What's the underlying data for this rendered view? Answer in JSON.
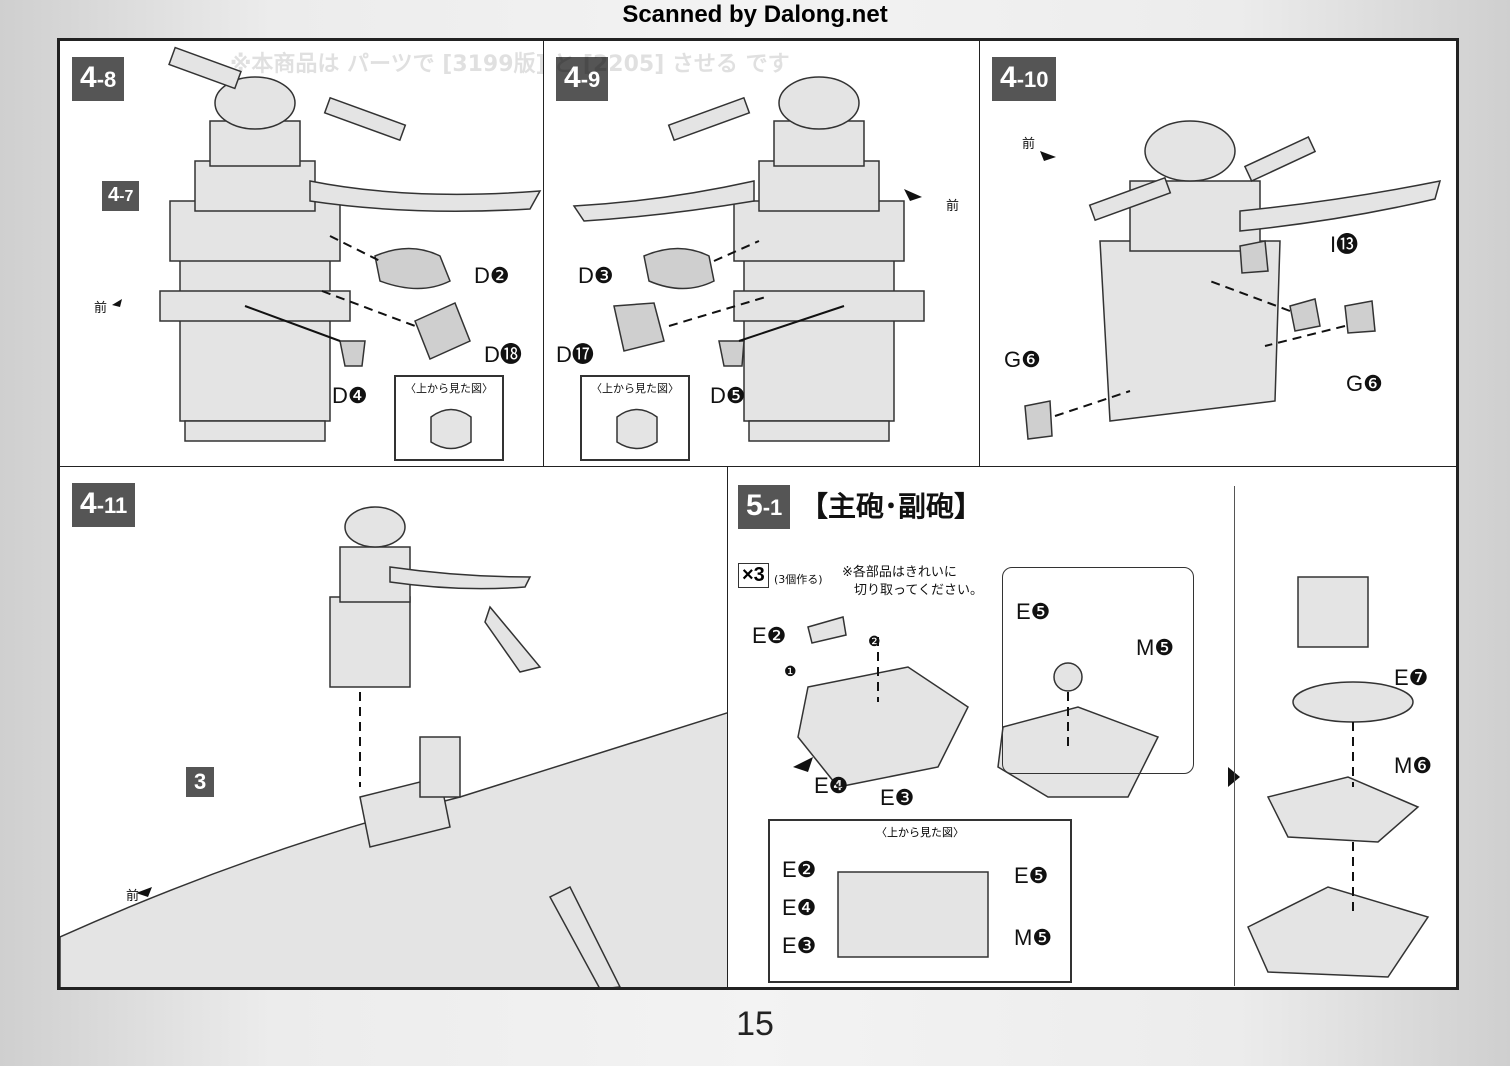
{
  "watermark": "Scanned by Dalong.net",
  "page_number": "15",
  "background_notice": "※本商品は パーツで [3199版] と [2205] させる です",
  "steps": {
    "s48": {
      "num": "4",
      "sub": "-8",
      "ref_num": "4",
      "ref_sub": "-7",
      "front": "前",
      "parts": [
        "D❷",
        "D⓲",
        "D❹"
      ],
      "top_view": "〈上から見た図〉"
    },
    "s49": {
      "num": "4",
      "sub": "-9",
      "front": "前",
      "parts": [
        "D❸",
        "D⓱",
        "D❺"
      ],
      "top_view": "〈上から見た図〉"
    },
    "s410": {
      "num": "4",
      "sub": "-10",
      "front": "前",
      "parts": [
        "I⓭",
        "G❻",
        "G❻"
      ]
    },
    "s411": {
      "num": "4",
      "sub": "-11",
      "ref": "3",
      "front": "前"
    },
    "s51": {
      "num": "5",
      "sub": "-1",
      "title": "【主砲･副砲】",
      "qty": "×3",
      "qty_note": "(3個作る)",
      "note_line1": "※各部品はきれいに",
      "note_line2": "切り取ってください。",
      "parts_main": [
        "E❷",
        "E❹",
        "E❸"
      ],
      "parts_inset": [
        "E❺",
        "M❺"
      ],
      "top_view": "〈上から見た図〉",
      "top_view_parts": [
        "E❷",
        "E❹",
        "E❸",
        "E❺",
        "M❺"
      ],
      "right_parts": [
        "E❼",
        "M❻"
      ],
      "arrows": [
        "❶",
        "❷"
      ]
    }
  }
}
